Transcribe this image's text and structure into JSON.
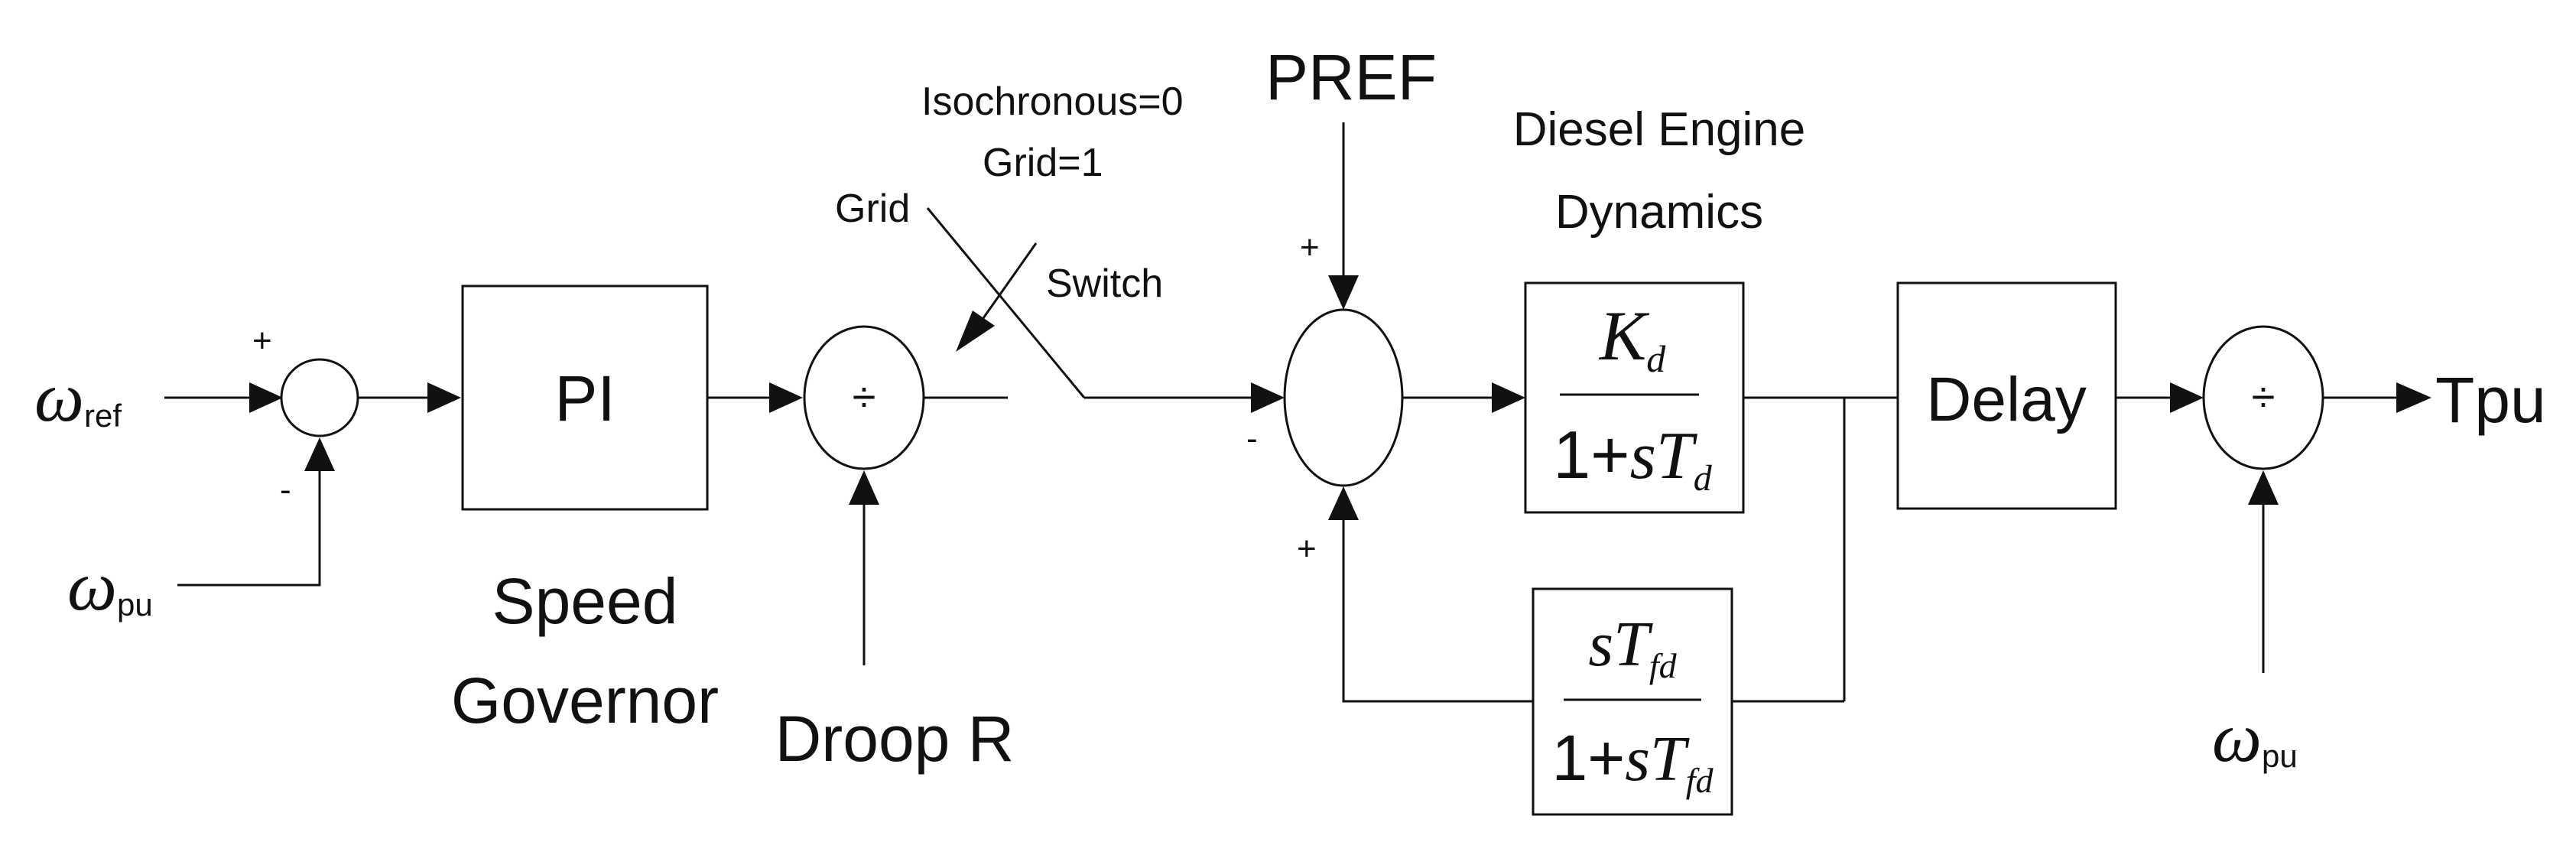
{
  "inputs": {
    "omega_ref": {
      "symbol": "ω",
      "sub": "ref"
    },
    "omega_pu_in": {
      "symbol": "ω",
      "sub": "pu"
    },
    "omega_pu_out": {
      "symbol": "ω",
      "sub": "pu"
    }
  },
  "signs": {
    "sum1_plus": "+",
    "sum1_minus": "-",
    "sum2_plus_top": "+",
    "sum2_minus": "-",
    "sum2_plus_bottom": "+"
  },
  "blocks": {
    "pi": "PI",
    "divider1": "÷",
    "delay": "Delay",
    "divider2": "÷",
    "engine_tf": {
      "num_main": "K",
      "num_sub": "d",
      "den_prefix": "1+",
      "den_main": "sT",
      "den_sub": "d"
    },
    "feedback_tf": {
      "num_main": "sT",
      "num_sub": "fd",
      "den_prefix": "1+",
      "den_main": "sT",
      "den_sub": "fd"
    }
  },
  "labels": {
    "speed_governor_line1": "Speed",
    "speed_governor_line2": "Governor",
    "droop": "Droop R",
    "mode_line1": "Isochronous=0",
    "mode_line2": "Grid=1",
    "grid": "Grid",
    "switch": "Switch",
    "pref": "PREF",
    "engine_line1": "Diesel Engine",
    "engine_line2": "Dynamics",
    "output": "Tpu"
  }
}
